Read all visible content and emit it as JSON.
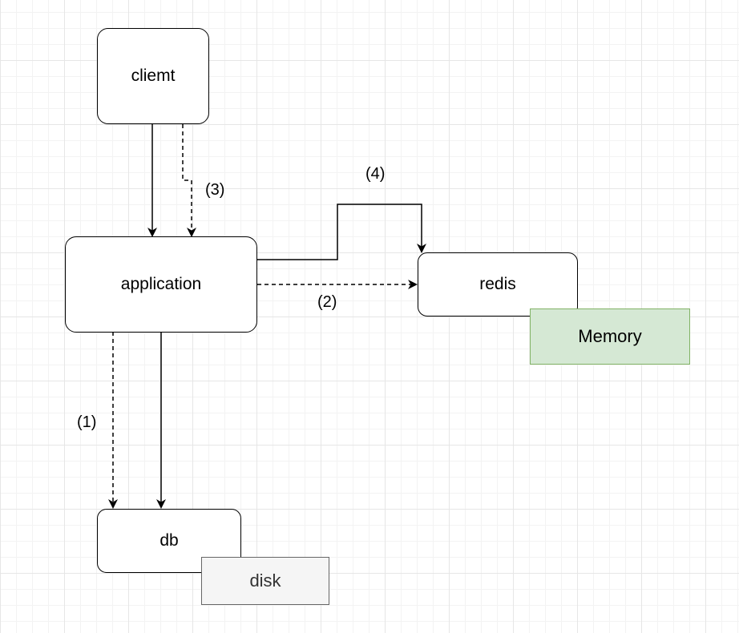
{
  "nodes": {
    "client": {
      "label": "cliemt"
    },
    "application": {
      "label": "application"
    },
    "redis": {
      "label": "redis"
    },
    "db": {
      "label": "db"
    }
  },
  "tags": {
    "memory": {
      "label": "Memory",
      "fill": "#d5e8d4",
      "stroke": "#82b366"
    },
    "disk": {
      "label": "disk",
      "fill": "#f5f5f5",
      "stroke": "#666666",
      "text_color": "#333333"
    }
  },
  "edge_labels": {
    "step1": "(1)",
    "step2": "(2)",
    "step3": "(3)",
    "step4": "(4)"
  },
  "edges": [
    {
      "from": "client",
      "to": "application",
      "style": "solid"
    },
    {
      "from": "client",
      "to": "application",
      "style": "dashed",
      "label": "(3)"
    },
    {
      "from": "application",
      "to": "redis",
      "style": "solid",
      "label": "(4)"
    },
    {
      "from": "application",
      "to": "redis",
      "style": "dashed",
      "label": "(2)"
    },
    {
      "from": "application",
      "to": "db",
      "style": "dashed",
      "label": "(1)"
    },
    {
      "from": "application",
      "to": "db",
      "style": "solid"
    }
  ]
}
